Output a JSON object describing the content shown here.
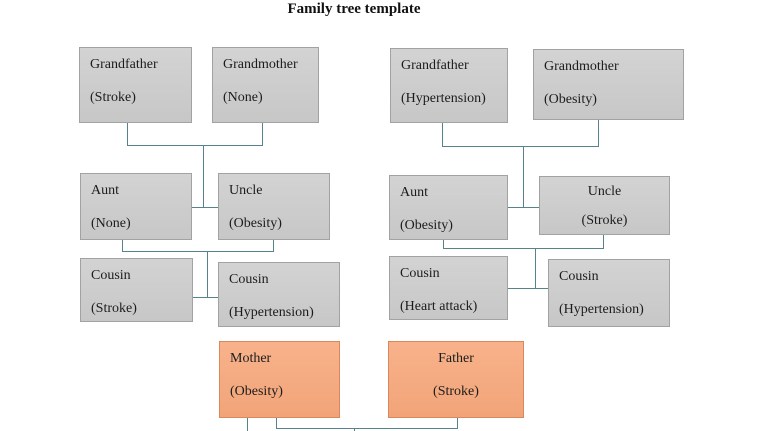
{
  "title": "Family tree template",
  "colors": {
    "box_fill_gray": "#cbcbcb",
    "box_border_gray": "#a2a2a2",
    "box_fill_orange": "#f5ab84",
    "box_border_orange": "#d8885a",
    "connector_line": "#56828a",
    "text": "#1c1c1c"
  },
  "nodes": {
    "l_grandfather": {
      "name": "Grandfather",
      "condition": "(Stroke)"
    },
    "l_grandmother": {
      "name": "Grandmother",
      "condition": "(None)"
    },
    "r_grandfather": {
      "name": "Grandfather",
      "condition": "(Hypertension)"
    },
    "r_grandmother": {
      "name": "Grandmother",
      "condition": "(Obesity)"
    },
    "l_aunt": {
      "name": "Aunt",
      "condition": "(None)"
    },
    "l_uncle": {
      "name": "Uncle",
      "condition": "(Obesity)"
    },
    "r_aunt": {
      "name": "Aunt",
      "condition": "(Obesity)"
    },
    "r_uncle": {
      "name": "Uncle",
      "condition": "(Stroke)"
    },
    "l_cousin1": {
      "name": "Cousin",
      "condition": "(Stroke)"
    },
    "l_cousin2": {
      "name": "Cousin",
      "condition": "(Hypertension)"
    },
    "r_cousin1": {
      "name": "Cousin",
      "condition": "(Heart attack)"
    },
    "r_cousin2": {
      "name": "Cousin",
      "condition": "(Hypertension)"
    },
    "mother": {
      "name": "Mother",
      "condition": "(Obesity)"
    },
    "father": {
      "name": "Father",
      "condition": "(Stroke)"
    }
  }
}
